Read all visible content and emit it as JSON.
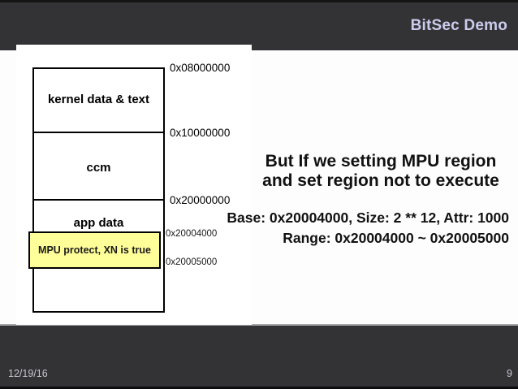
{
  "header": {
    "title": "BitSec Demo"
  },
  "diagram": {
    "regions": [
      {
        "label": "kernel data & text",
        "address": "0x08000000"
      },
      {
        "label": "ccm",
        "address": "0x10000000"
      },
      {
        "label": "app data",
        "address": "0x20000000"
      }
    ],
    "mpu_box": {
      "label": "MPU protect, XN is true",
      "address_top": "0x20004000",
      "address_bottom": "0x20005000",
      "fill_color": "#ffff99"
    }
  },
  "main": {
    "heading_line1": "But If we setting MPU region",
    "heading_line2": "and set region not to execute",
    "base_line": "Base: 0x20004000, Size: 2 ** 12, Attr: 1000",
    "range_line": "Range: 0x20004000 ~ 0x20005000"
  },
  "footer": {
    "date": "12/19/16",
    "page_number": "9"
  },
  "colors": {
    "bar_background": "#333336",
    "title_text": "#ccccee",
    "footer_text": "#c6c6ce",
    "highlight_yellow": "#ffff99",
    "body_text": "#111111"
  }
}
